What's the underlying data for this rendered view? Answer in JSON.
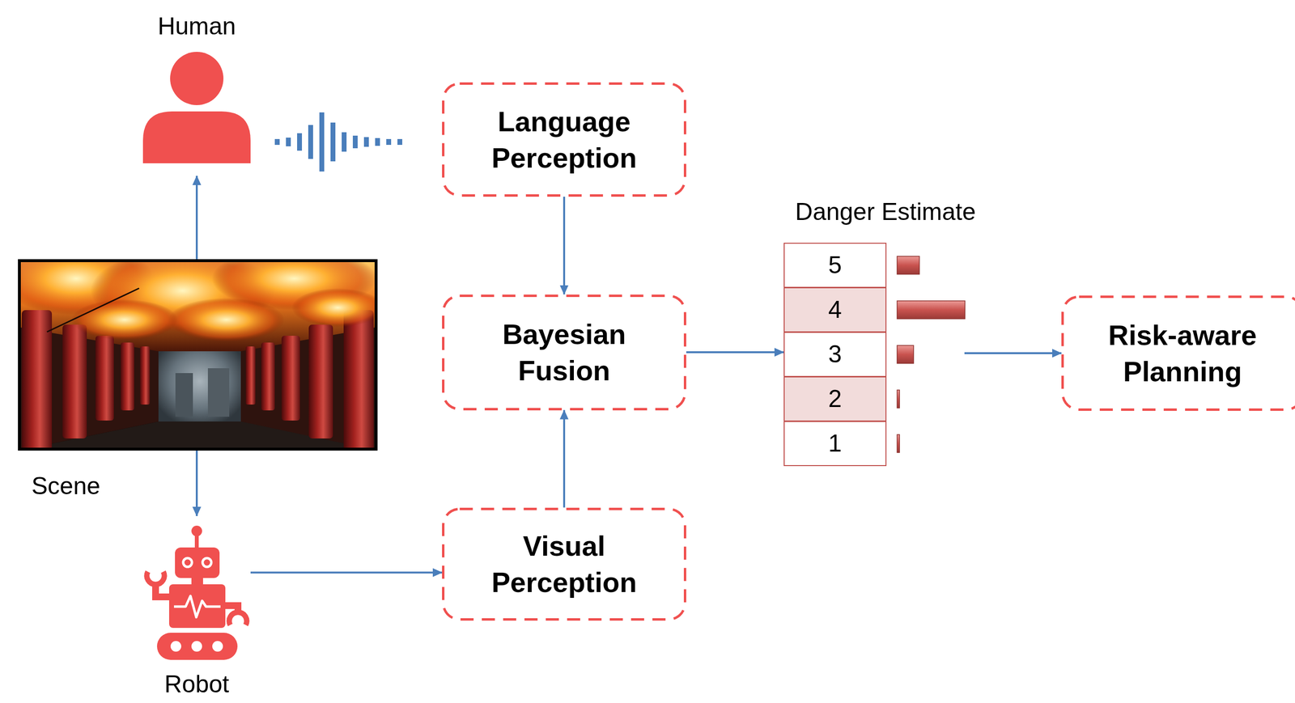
{
  "diagram": {
    "nodes": [
      {
        "text": [
          "Human"
        ]
      },
      {
        "text": [
          "Language Perception"
        ]
      },
      {
        "text": [
          "Scene"
        ]
      },
      {
        "text": [
          "Bayesian Fusion"
        ]
      },
      {
        "text": [
          "Danger Estimate"
        ]
      },
      {
        "text": [
          "5"
        ],
        "in": 4
      },
      {
        "text": [
          "4"
        ],
        "in": 4
      },
      {
        "text": [
          "3"
        ],
        "in": 4
      },
      {
        "text": [
          "2"
        ],
        "in": 4
      },
      {
        "text": [
          "1"
        ],
        "in": 4
      },
      {
        "text": [
          "Risk-aware Planning"
        ]
      },
      {
        "text": [
          "Robot"
        ]
      },
      {
        "text": [
          "Visual Perception"
        ]
      }
    ],
    "edges": [
      {
        "from": 2,
        "to": 0,
        "arrow": "to"
      },
      {
        "from": 2,
        "to": 11,
        "arrow": "to"
      },
      {
        "from": 11,
        "to": 12,
        "arrow": "to"
      },
      {
        "from": 1,
        "to": 3,
        "arrow": "to"
      },
      {
        "from": 12,
        "to": 3,
        "arrow": "to"
      },
      {
        "from": 3,
        "to": 4,
        "arrow": "to"
      },
      {
        "from": 4,
        "to": 10,
        "arrow": "to"
      }
    ]
  }
}
